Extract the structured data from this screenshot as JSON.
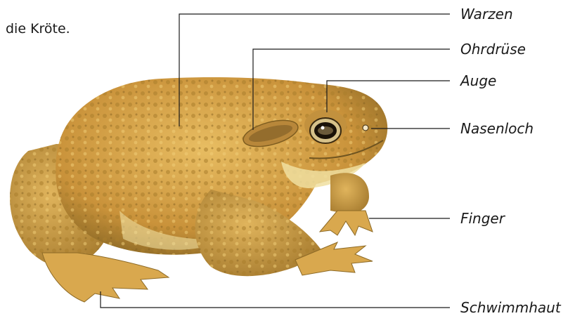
{
  "title": "die Kröte.",
  "labels": {
    "warts": "Warzen",
    "parotoid": "Ohrdrüse",
    "eye": "Auge",
    "nostril": "Nasenloch",
    "finger": "Finger",
    "webbing": "Schwimmhaut"
  },
  "colors": {
    "skin_light": "#e3b55a",
    "skin_mid": "#c9923a",
    "skin_dark": "#8d6a26",
    "belly": "#f0dfa0",
    "line": "#1a1a1a"
  }
}
